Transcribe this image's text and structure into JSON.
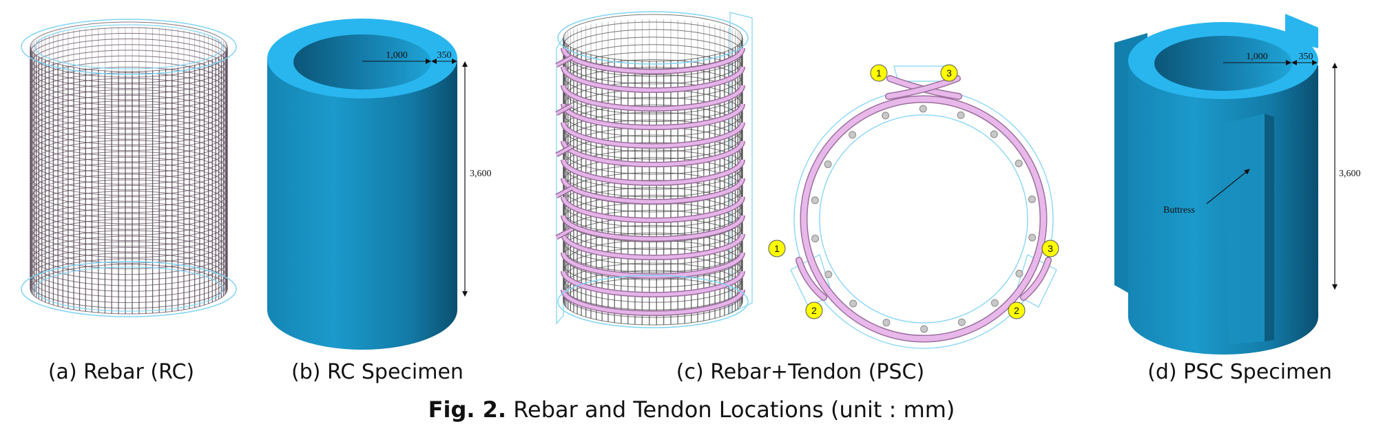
{
  "panels": {
    "a": {
      "caption": "(a) Rebar (RC)"
    },
    "b": {
      "caption": "(b) RC Specimen",
      "dim_inner": "1,000",
      "dim_wall": "350",
      "dim_height": "3,600"
    },
    "c": {
      "caption": "(c) Rebar+Tendon (PSC)",
      "labels": [
        "1",
        "3",
        "1",
        "3",
        "2",
        "2"
      ]
    },
    "d": {
      "caption": "(d) PSC Specimen",
      "dim_inner": "1,000",
      "dim_wall": "350",
      "dim_height": "3,600",
      "buttress": "Buttress"
    }
  },
  "figure": {
    "label": "Fig. 2.",
    "title": "Rebar and Tendon Locations (unit : mm)"
  },
  "colors": {
    "concrete": "#1b97c7",
    "concrete_top": "#29b6ef",
    "rebar": "#4a4a4a",
    "tendon": "#e5b4e8",
    "guide": "#7fd3f5",
    "badge": "#ffff00"
  }
}
